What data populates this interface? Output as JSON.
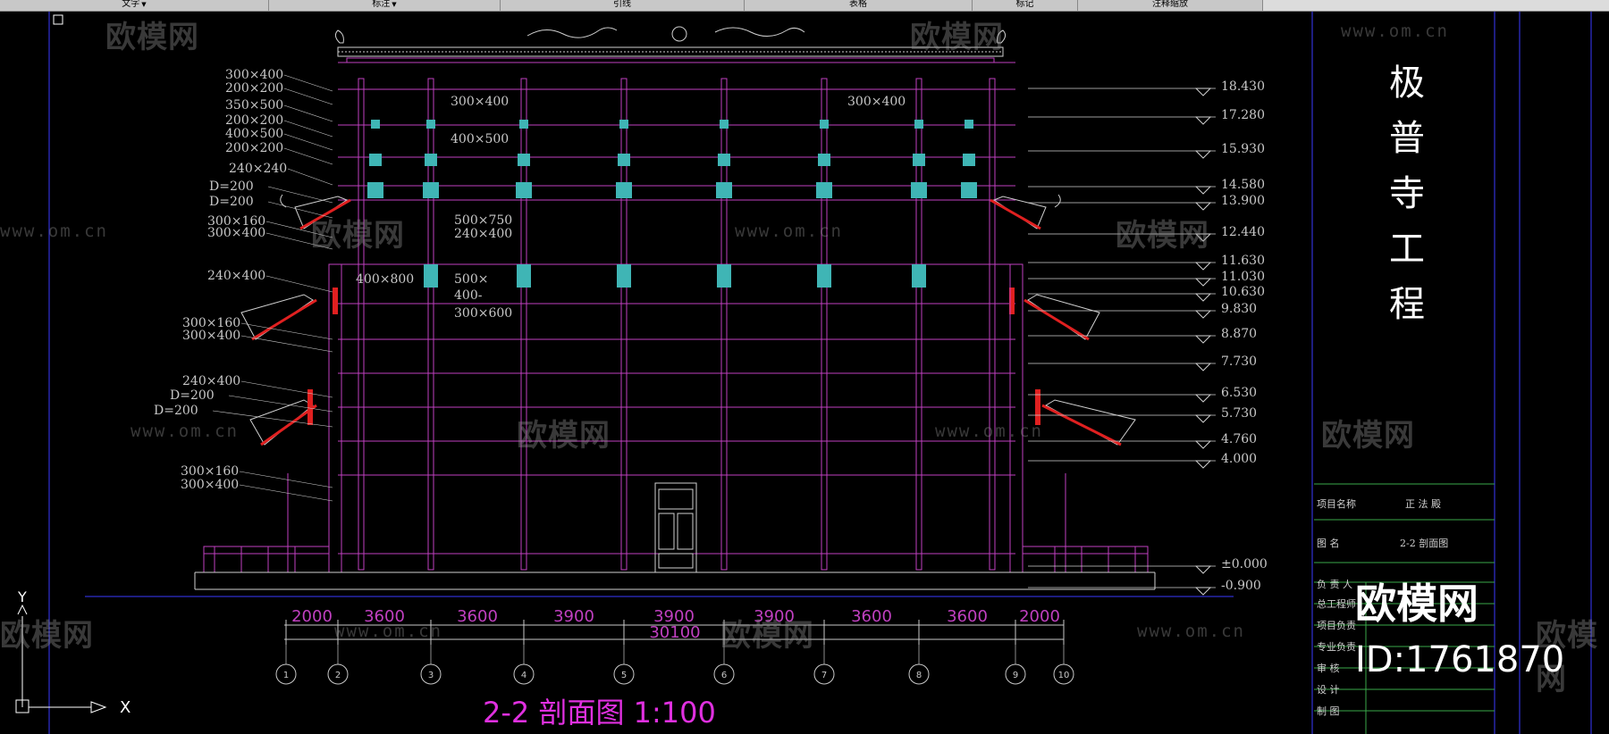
{
  "toolbar": {
    "items": [
      "文字",
      "标注",
      "引线",
      "表格",
      "标记",
      "注释缩放"
    ]
  },
  "watermarks": {
    "logo_text": "欧模网",
    "url_text": "www.om.cn",
    "big_logo": "欧模网",
    "id_text": "ID:1761870"
  },
  "title_block": {
    "project_title_chars": [
      "极",
      "普",
      "寺",
      "工",
      "程"
    ],
    "project_name_label": "项目名称",
    "project_name_value": "正 法 殿",
    "drawing_name_label": "图    名",
    "drawing_name_value": "2-2  剖面图",
    "rows": [
      "负 责 人",
      "总工程师",
      "项目负责",
      "专业负责",
      "审    核",
      "设    计",
      "制    图"
    ]
  },
  "caption": "2-2 剖面图  1:100",
  "elevations": [
    "18.430",
    "17.280",
    "15.930",
    "14.580",
    "13.900",
    "12.440",
    "11.630",
    "11.030",
    "10.630",
    "9.830",
    "8.870",
    "7.730",
    "6.530",
    "5.730",
    "4.760",
    "4.000",
    "±0.000",
    "-0.900"
  ],
  "left_labels": [
    "300×400",
    "200×200",
    "350×500",
    "200×200",
    "400×500",
    "200×200",
    "240×240",
    "D=200",
    "D=200",
    "300×160",
    "300×400",
    "240×400",
    "300×160",
    "300×400",
    "240×400",
    "D=200",
    "D=200",
    "300×160",
    "300×400"
  ],
  "inner_labels": [
    "300×400",
    "400×500",
    "300×400",
    "500×750",
    "240×400",
    "400×800",
    "500×",
    "400-",
    "300×600"
  ],
  "dimensions": {
    "spans": [
      "2000",
      "3600",
      "3600",
      "3900",
      "3900",
      "3900",
      "3600",
      "3600",
      "2000"
    ],
    "total": "30100"
  },
  "grid_axes": [
    "1",
    "2",
    "3",
    "4",
    "5",
    "6",
    "7",
    "8",
    "9",
    "10"
  ],
  "ucs": {
    "y_label": "Y",
    "x_label": "X"
  },
  "colors": {
    "background": "#000000",
    "column_magenta": "#c040c0",
    "beam_cyan": "#3fb5b5",
    "line_white": "#d0d0d0",
    "annotation": "#c8c8c8",
    "caption": "#e030e0",
    "axis_blue": "#3a3aff",
    "roof_red": "#e02020"
  }
}
